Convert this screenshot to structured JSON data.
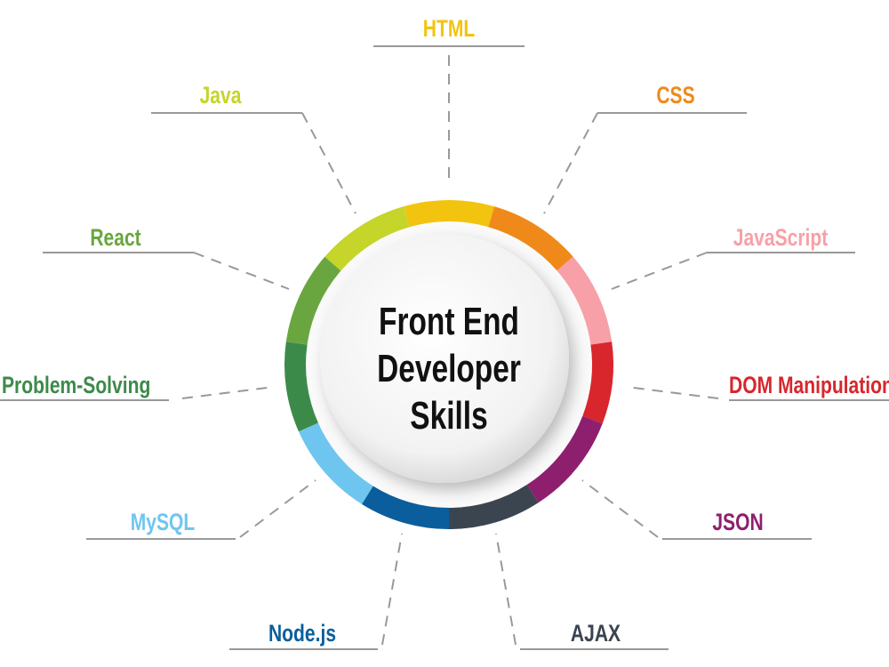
{
  "center": {
    "line1": "Front End",
    "line2": "Developer",
    "line3": "Skills"
  },
  "skills": [
    {
      "label": "HTML",
      "color": "#f2c40f"
    },
    {
      "label": "CSS",
      "color": "#ef8a1a"
    },
    {
      "label": "JavaScript",
      "color": "#f7a0a8"
    },
    {
      "label": "DOM Manipulation",
      "color": "#d8262c"
    },
    {
      "label": "JSON",
      "color": "#8e1f6e"
    },
    {
      "label": "AJAX",
      "color": "#3a4550"
    },
    {
      "label": "Node.js",
      "color": "#0b5e9c"
    },
    {
      "label": "MySQL",
      "color": "#6ec6f0"
    },
    {
      "label": "Problem-Solving",
      "color": "#3c8a4a"
    },
    {
      "label": "React",
      "color": "#6aa640"
    },
    {
      "label": "Java",
      "color": "#c5d52a"
    }
  ],
  "ring_colors": [
    "#f2c40f",
    "#ef8a1a",
    "#f7a0a8",
    "#d8262c",
    "#8e1f6e",
    "#3a4550",
    "#0b5e9c",
    "#6ec6f0",
    "#3c8a4a",
    "#6aa640",
    "#c5d52a"
  ],
  "line_color": "#999999"
}
